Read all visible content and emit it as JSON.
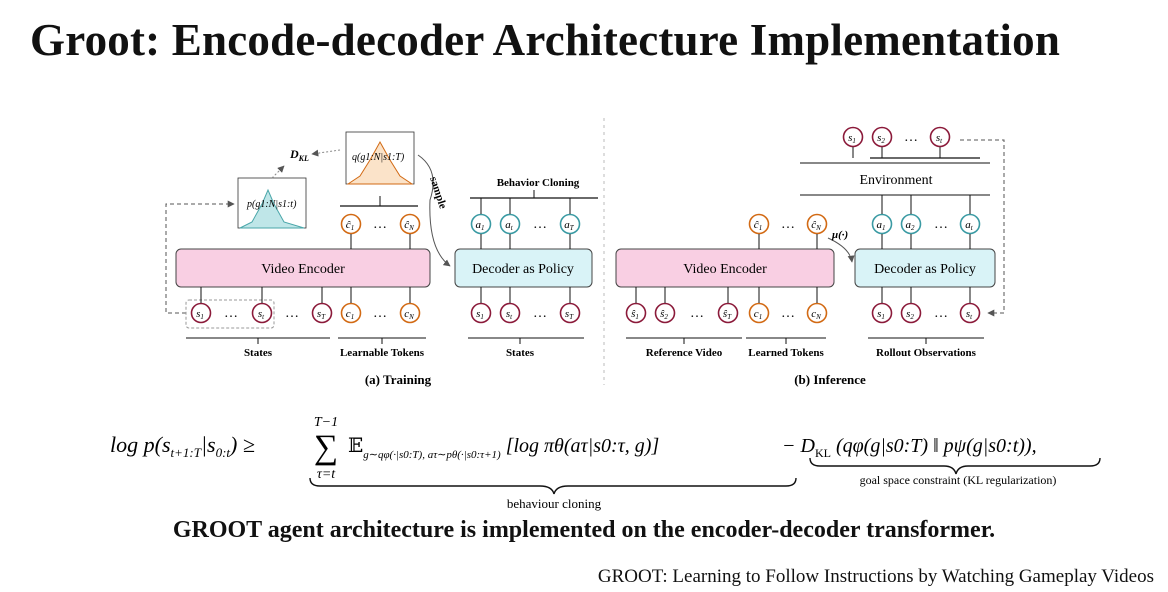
{
  "title": "Groot: Encode-decoder Architecture Implementation",
  "diagram": {
    "training": {
      "caption": "(a) Training",
      "encoder_label": "Video Encoder",
      "decoder_label": "Decoder as Policy",
      "behavior_cloning": "Behavior Cloning",
      "sample": "sample",
      "kl_label": "D",
      "kl_sub": "KL",
      "prior_plot": "p(g1:N|s1:t)",
      "posterior_plot": "q(g1:N|s1:T)",
      "group_states": "States",
      "group_tokens": "Learnable Tokens",
      "group_dec_states": "States"
    },
    "inference": {
      "caption": "(b) Inference",
      "encoder_label": "Video Encoder",
      "decoder_label": "Decoder as Policy",
      "environment": "Environment",
      "mu": "μ(·)",
      "group_ref": "Reference Video",
      "group_learned": "Learned Tokens",
      "group_rollout": "Rollout Observations"
    }
  },
  "formula": {
    "lhs": "log p(s t+1:T | s 0:t) ≥",
    "sum_top": "T−1",
    "sum_bottom": "τ=t",
    "expectation": "𝔼 g∼qφ(·|s0:T), aτ∼pθ(·|s0:τ+1) [log πθ(aτ | s0:τ, g)]",
    "kl_term": "− D KL (qφ(g|s0:T) ‖ pψ(g|s0:t)),",
    "behaviour_cloning": "behaviour cloning",
    "goal_constraint": "goal space constraint (KL regularization)"
  },
  "caption": "GROOT agent architecture is implemented on the encoder-decoder transformer.",
  "source": "GROOT: Learning to Follow Instructions by Watching Gameplay Videos",
  "colors": {
    "encoder_fill": "#f9cfe3",
    "decoder_fill": "#d9f3f7",
    "state_ring": "#8b1a3a",
    "token_ring": "#d26a14",
    "action_ring": "#3a9aa3"
  }
}
